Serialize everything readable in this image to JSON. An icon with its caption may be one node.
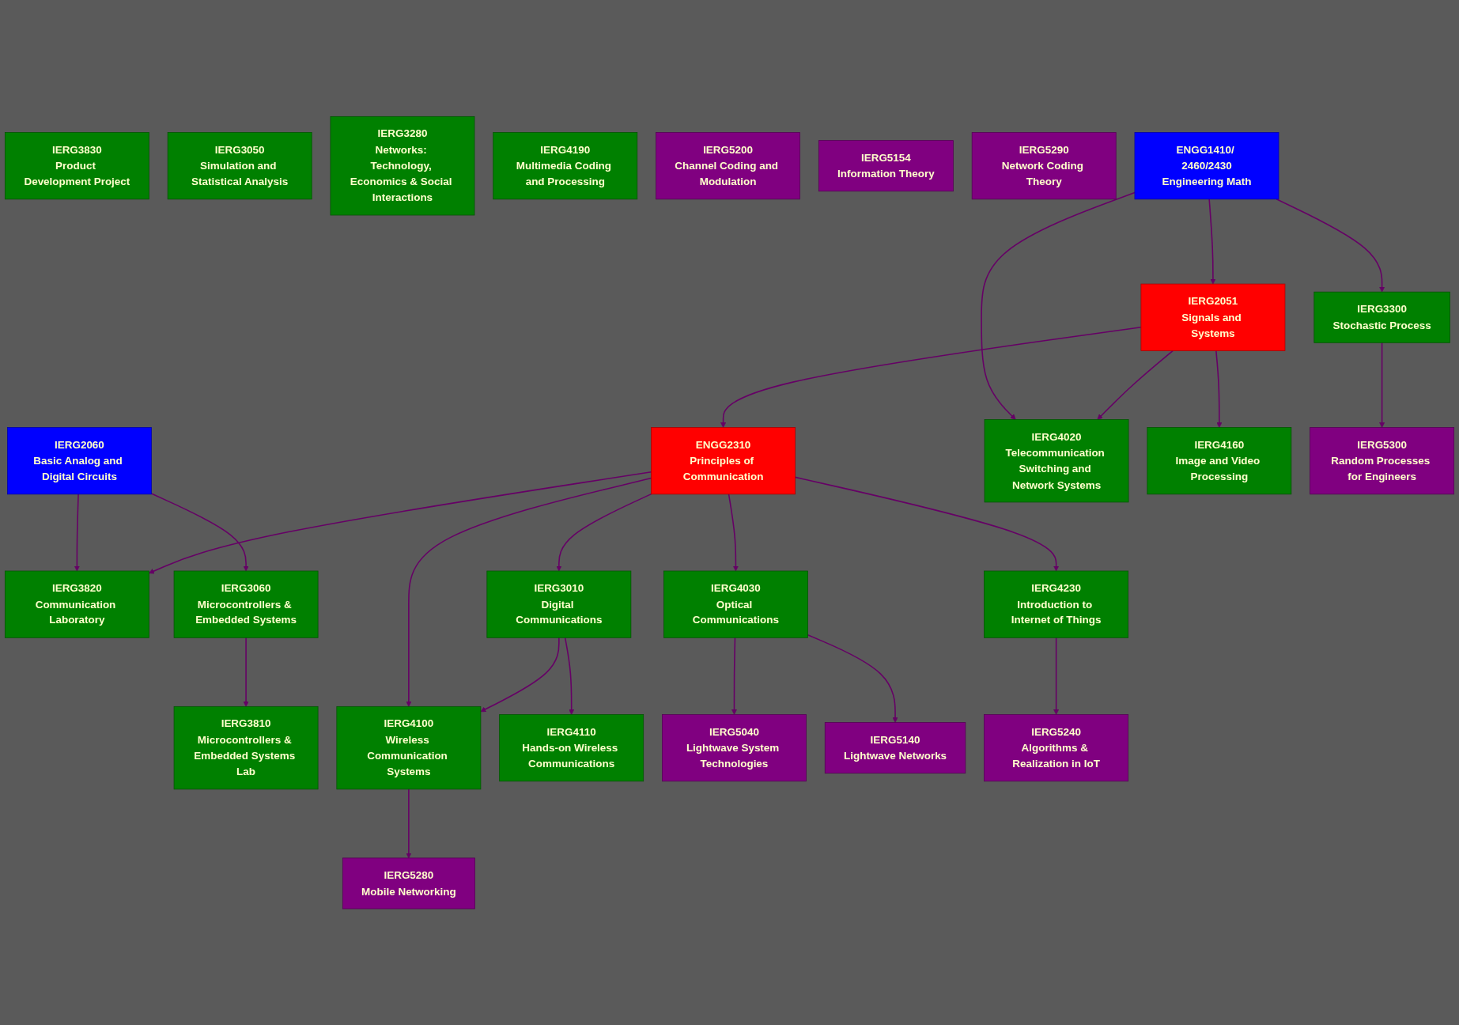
{
  "diagram": {
    "nodes": [
      {
        "text": [
          "ENGG1410/ 2460/2430",
          "Engineering Math"
        ]
      },
      {
        "text": [
          "IERG2051",
          "Signals and Systems"
        ]
      },
      {
        "text": [
          "IERG2060",
          "Basic Analog and Digital Circuits"
        ]
      },
      {
        "text": [
          "IERG3830",
          "Product Development Project"
        ]
      },
      {
        "text": [
          "ENGG2310",
          "Principles of Communication"
        ]
      },
      {
        "text": [
          "IERG3820",
          "Communication Laboratory"
        ]
      },
      {
        "text": [
          "IERG3010",
          "Digital Communications"
        ]
      },
      {
        "text": [
          "IERG3050",
          "Simulation and Statistical Analysis"
        ]
      },
      {
        "text": [
          "IERG3060",
          "Microcontrollers & Embedded Systems"
        ]
      },
      {
        "text": [
          "IERG3810",
          "Microcontrollers & Embedded Systems Lab"
        ]
      },
      {
        "text": [
          "IERG3300",
          "Stochastic Process"
        ]
      },
      {
        "text": [
          "IERG3280",
          "Networks: Technology, Economics & Social Interactions"
        ]
      },
      {
        "text": [
          "IERG4020",
          "Telecommunication Switching and Network Systems"
        ]
      },
      {
        "text": [
          "IERG4030",
          "Optical Communications"
        ]
      },
      {
        "text": [
          "IERG4100",
          "Wireless Communication Systems"
        ]
      },
      {
        "text": [
          "IERG4110",
          "Hands-on Wireless Communications"
        ]
      },
      {
        "text": [
          "IERG4160",
          "Image and Video Processing"
        ]
      },
      {
        "text": [
          "IERG4190",
          "Multimedia Coding and Processing"
        ]
      },
      {
        "text": [
          "IERG4230",
          "Introduction to Internet of Things"
        ]
      },
      {
        "text": [
          "IERG5200",
          "Channel Coding and Modulation"
        ]
      },
      {
        "text": [
          "IERG5154",
          "Information Theory"
        ]
      },
      {
        "text": [
          "IERG5290",
          "Network Coding Theory"
        ]
      },
      {
        "text": [
          "IERG5040",
          "Lightwave System Technologies"
        ]
      },
      {
        "text": [
          "IERG5140",
          "Lightwave Networks"
        ]
      },
      {
        "text": [
          "IERG5280",
          "Mobile Networking"
        ]
      },
      {
        "text": [
          "IERG5240",
          "Algorithms & Realization in IoT"
        ]
      },
      {
        "text": [
          "IERG5300",
          "Random Processes for Engineers"
        ]
      }
    ],
    "edges": [
      {
        "from": 0,
        "to": 1,
        "arrow": "to"
      },
      {
        "from": 0,
        "to": 12,
        "arrow": "to"
      },
      {
        "from": 0,
        "to": 10,
        "arrow": "to"
      },
      {
        "from": 1,
        "to": 4,
        "arrow": "to"
      },
      {
        "from": 1,
        "to": 12,
        "arrow": "to"
      },
      {
        "from": 1,
        "to": 16,
        "arrow": "to"
      },
      {
        "from": 2,
        "to": 5,
        "arrow": "to"
      },
      {
        "from": 2,
        "to": 8,
        "arrow": "to"
      },
      {
        "from": 4,
        "to": 5,
        "arrow": "to"
      },
      {
        "from": 4,
        "to": 6,
        "arrow": "to"
      },
      {
        "from": 4,
        "to": 13,
        "arrow": "to"
      },
      {
        "from": 4,
        "to": 14,
        "arrow": "to"
      },
      {
        "from": 4,
        "to": 18,
        "arrow": "to"
      },
      {
        "from": 6,
        "to": 14,
        "arrow": "to"
      },
      {
        "from": 6,
        "to": 15,
        "arrow": "to"
      },
      {
        "from": 8,
        "to": 9,
        "arrow": "to"
      },
      {
        "from": 10,
        "to": 26,
        "arrow": "to"
      },
      {
        "from": 13,
        "to": 22,
        "arrow": "to"
      },
      {
        "from": 13,
        "to": 23,
        "arrow": "to"
      },
      {
        "from": 14,
        "to": 24,
        "arrow": "to"
      },
      {
        "from": 18,
        "to": 25,
        "arrow": "to"
      }
    ]
  }
}
